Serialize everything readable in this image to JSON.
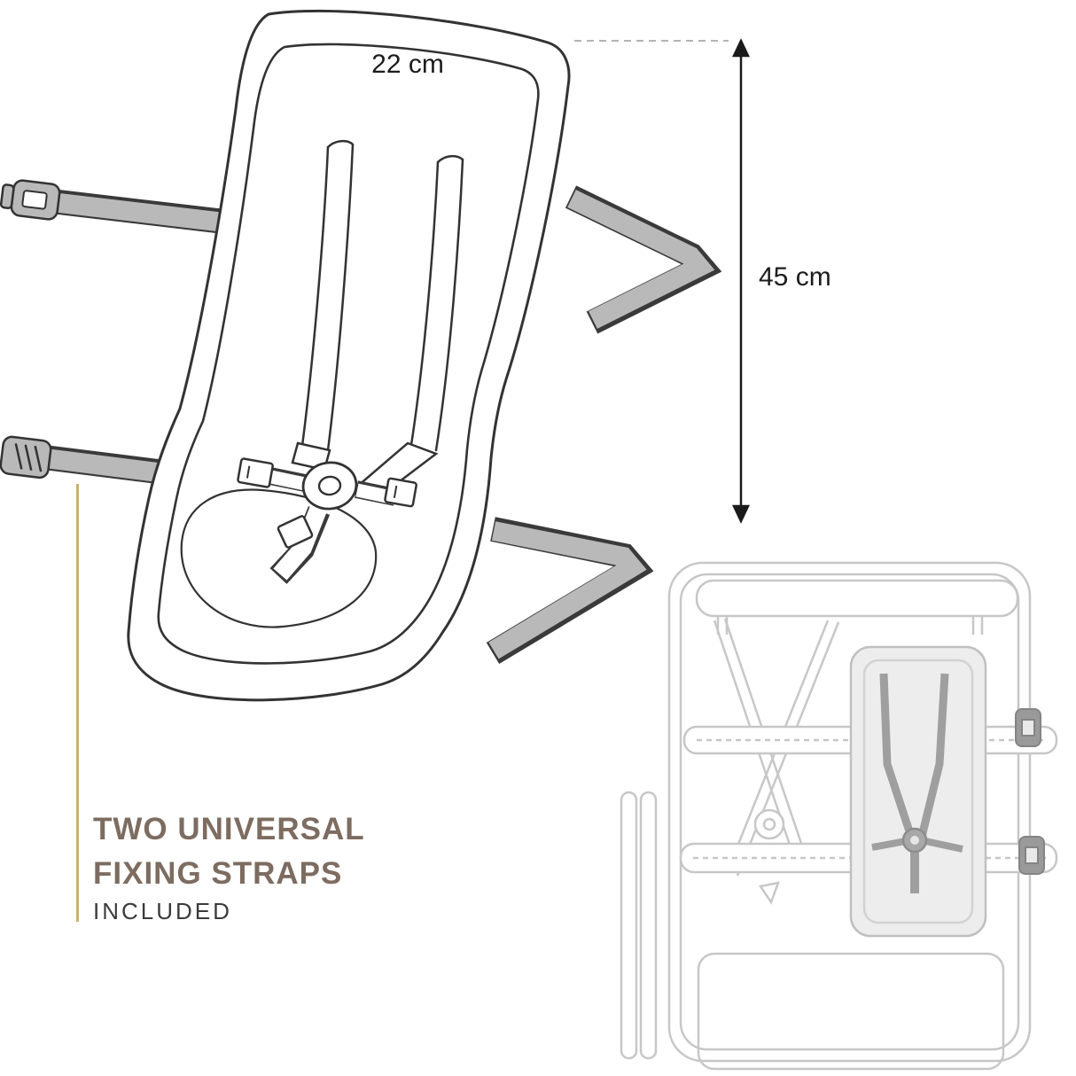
{
  "main_diagram": {
    "name": "infant-sling-seat-with-fixing-straps",
    "dimensions": {
      "width_label": "22 cm",
      "height_label": "45 cm"
    }
  },
  "caption": {
    "line1": "TWO UNIVERSAL",
    "line2": "FIXING STRAPS",
    "line3": "INCLUDED"
  },
  "inset_diagram": {
    "name": "seat-installed-in-bike-trailer"
  },
  "colors": {
    "caption_text": "#7d6c60",
    "included_text": "#3b3b3b",
    "accent_line": "#c9b272",
    "outline_dark": "#333333",
    "strap_fill": "#b9b9b9",
    "trailer_outline": "#c7c7c7",
    "trailer_seat_fill": "#ededed"
  }
}
